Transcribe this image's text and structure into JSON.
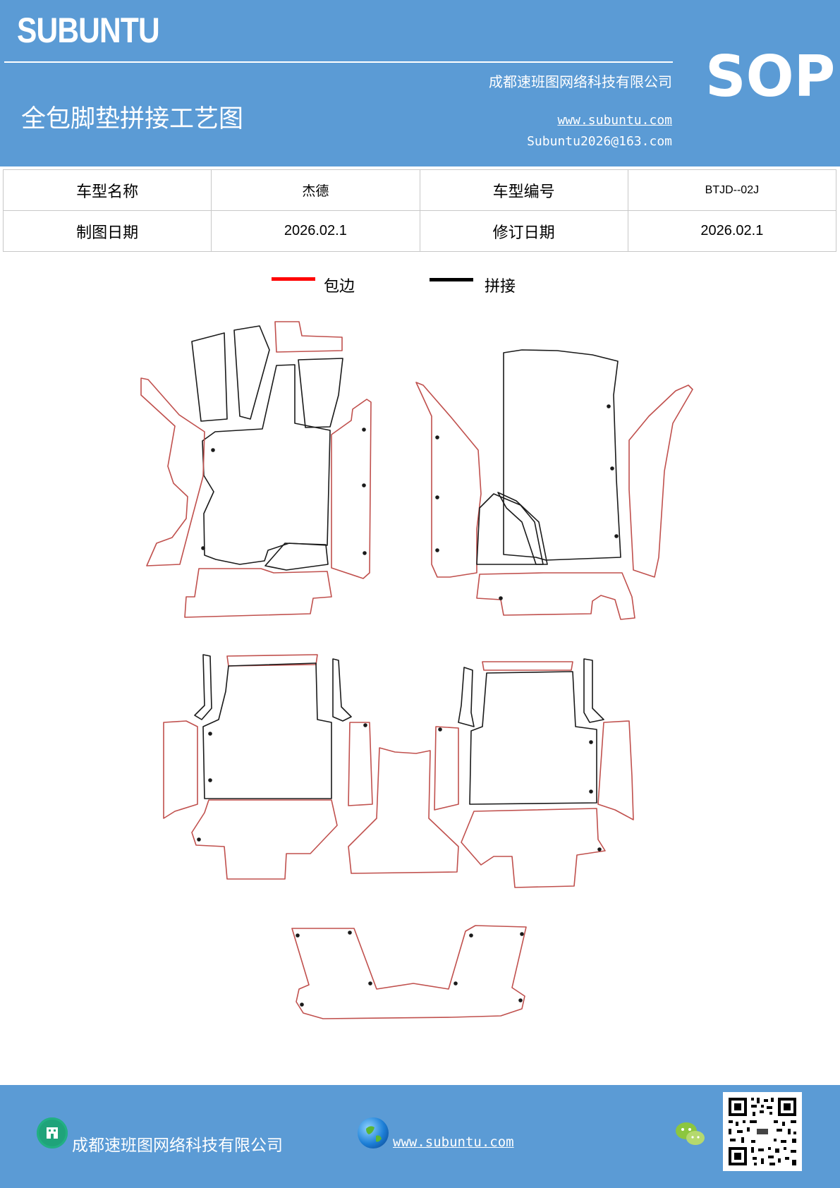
{
  "header": {
    "brand": "SUBUNTU",
    "company": "成都速班图网络科技有限公司",
    "title": "全包脚垫拼接工艺图",
    "website": "www.subuntu.com",
    "email": "Subuntu2026@163.com",
    "badge": "SOP"
  },
  "info_table": {
    "model_name_label": "车型名称",
    "model_name_value": "杰德",
    "model_code_label": "车型编号",
    "model_code_value": "BTJD--02J",
    "draw_date_label": "制图日期",
    "draw_date_value": "2026.02.1",
    "revise_date_label": "修订日期",
    "revise_date_value": "2026.02.1"
  },
  "legend": {
    "items": [
      {
        "label": "包边",
        "color": "#ff0000"
      },
      {
        "label": "拼接",
        "color": "#000000"
      }
    ]
  },
  "footer": {
    "company": "成都速班图网络科技有限公司",
    "website": "www.subuntu.com",
    "icons": [
      "building-icon",
      "globe-icon",
      "wechat-icon",
      "qr-code"
    ]
  },
  "colors": {
    "header_bg": "#5b9bd5",
    "edge_red": "#c0504d",
    "seam_black": "#1a1a1a"
  }
}
